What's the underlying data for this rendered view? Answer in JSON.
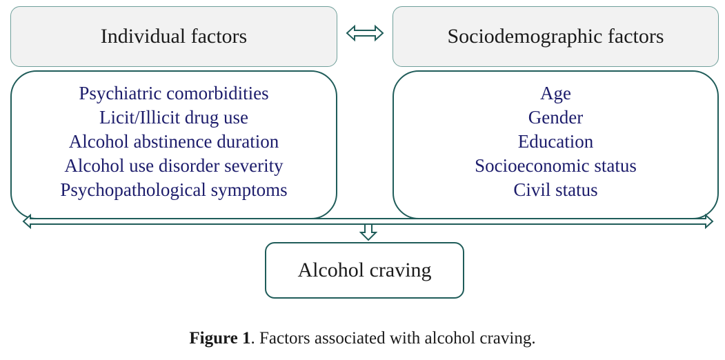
{
  "boxes": {
    "individual": {
      "title": "Individual factors",
      "items": [
        "Psychiatric comorbidities",
        "Licit/Illicit drug use",
        "Alcohol abstinence duration",
        "Alcohol use disorder severity",
        "Psychopathological symptoms"
      ]
    },
    "sociodemographic": {
      "title": "Sociodemographic factors",
      "items": [
        "Age",
        "Gender",
        "Education",
        "Socioeconomic status",
        "Civil status"
      ]
    },
    "outcome": {
      "title": "Alcohol craving"
    }
  },
  "caption": {
    "label": "Figure 1",
    "text": ". Factors associated with alcohol craving."
  },
  "colors": {
    "arrow": "#1f5c59",
    "list_text": "#1c1c6b",
    "header_fill": "#f2f2f2"
  }
}
